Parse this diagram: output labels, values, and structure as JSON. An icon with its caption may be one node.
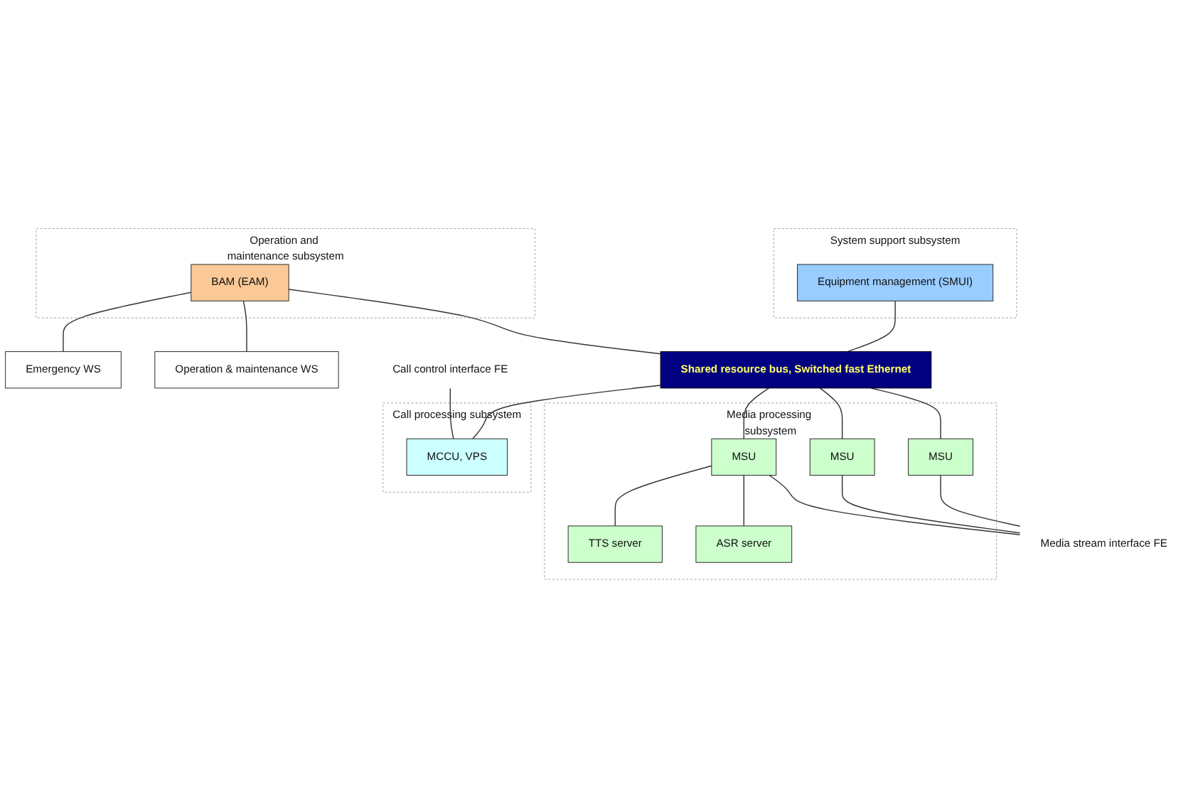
{
  "diagram": {
    "nodes": [
      {
        "text": [
          "System support subsystem"
        ]
      },
      {
        "text": [
          "Equipment management (SMUI)"
        ],
        "in": 0
      },
      {
        "text": [
          "Operation and maintenance subsystem"
        ]
      },
      {
        "text": [
          "BAM (EAM)"
        ],
        "in": 2
      },
      {
        "text": [
          "Emergency WS"
        ]
      },
      {
        "text": [
          "Operation & maintenance WS"
        ]
      },
      {
        "text": [
          "Shared resource bus, Switched fast Ethernet"
        ]
      },
      {
        "text": [
          "Media processing subsystem"
        ]
      },
      {
        "text": [
          "Call processing subsystem"
        ]
      },
      {
        "text": [
          "MCCU, VPS"
        ],
        "in": 8
      },
      {
        "text": [
          "MSU"
        ],
        "in": 7
      },
      {
        "text": [
          "MSU"
        ],
        "in": 7
      },
      {
        "text": [
          "MSU"
        ],
        "in": 7
      },
      {
        "text": [
          "TTS server"
        ],
        "in": 7
      },
      {
        "text": [
          "ASR server"
        ],
        "in": 7
      },
      {
        "text": [
          "Call control interface FE"
        ]
      },
      {
        "text": [
          "Media stream interface FE"
        ]
      }
    ],
    "edges": [
      {
        "from": 1,
        "to": 6,
        "arrow": "none"
      },
      {
        "from": 3,
        "to": 6,
        "arrow": "none"
      },
      {
        "from": 3,
        "to": 4,
        "arrow": "none"
      },
      {
        "from": 3,
        "to": 5,
        "arrow": "none"
      },
      {
        "from": 6,
        "to": 9,
        "arrow": "none"
      },
      {
        "from": 6,
        "to": 10,
        "arrow": "none"
      },
      {
        "from": 6,
        "to": 11,
        "arrow": "none"
      },
      {
        "from": 6,
        "to": 12,
        "arrow": "none"
      },
      {
        "from": 15,
        "to": 9,
        "arrow": "none"
      },
      {
        "from": 10,
        "to": 16,
        "arrow": "none"
      },
      {
        "from": 11,
        "to": 16,
        "arrow": "none"
      },
      {
        "from": 12,
        "to": 16,
        "arrow": "none"
      },
      {
        "from": 12,
        "to": 13,
        "arrow": "none"
      },
      {
        "from": 12,
        "to": 14,
        "arrow": "none"
      }
    ]
  }
}
